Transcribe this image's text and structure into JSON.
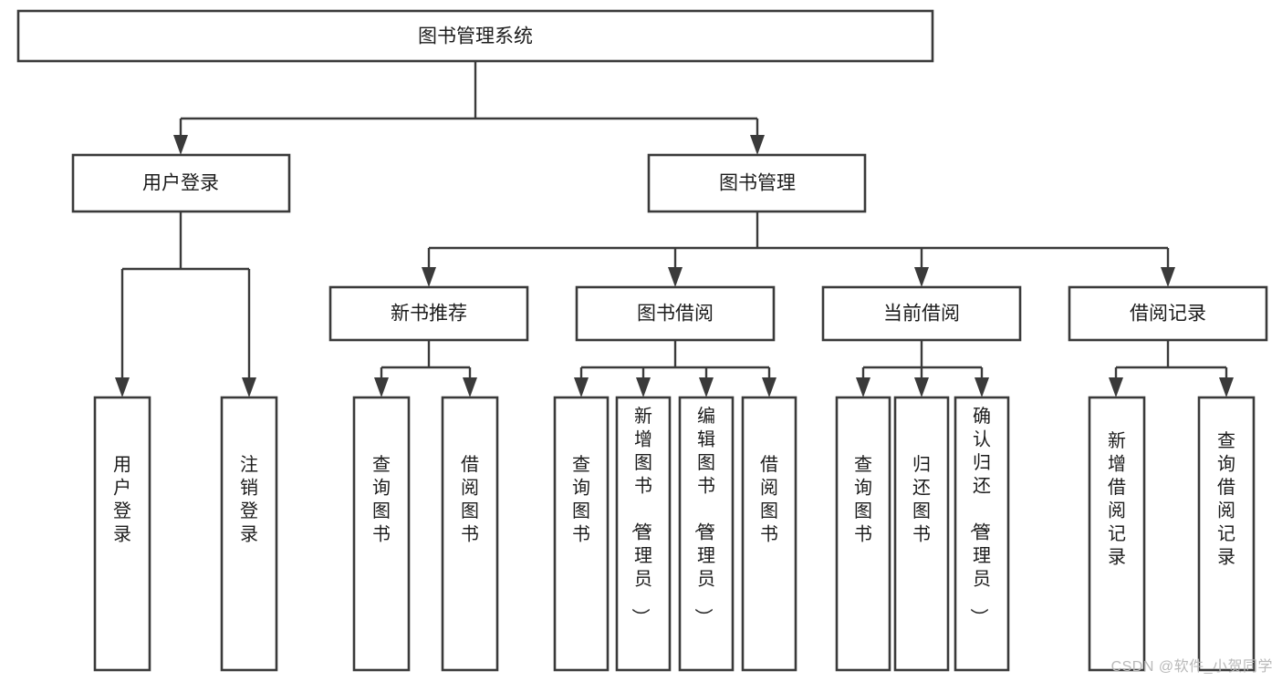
{
  "diagram": {
    "type": "tree-hierarchy",
    "title": "图书管理系统",
    "watermark": "CSDN @软件_小贺同学",
    "colors": {
      "box_stroke": "#3a3a3a",
      "box_fill": "#ffffff",
      "text": "#1c1c1c",
      "connector": "#3a3a3a",
      "watermark": "#b9b9b9",
      "background": "#ffffff"
    },
    "root": {
      "label": "图书管理系统"
    },
    "level2": [
      {
        "label": "用户登录"
      },
      {
        "label": "图书管理"
      }
    ],
    "level3": [
      {
        "label": "新书推荐"
      },
      {
        "label": "图书借阅"
      },
      {
        "label": "当前借阅"
      },
      {
        "label": "借阅记录"
      }
    ],
    "leaves": {
      "user_login": [
        {
          "label": "用户登录"
        },
        {
          "label": "注销登录"
        }
      ],
      "new_book_recommend": [
        {
          "label": "查询图书"
        },
        {
          "label": "借阅图书"
        }
      ],
      "book_borrow": [
        {
          "label": "查询图书"
        },
        {
          "label": "新增图书（管理员）"
        },
        {
          "label": "编辑图书（管理员）"
        },
        {
          "label": "借阅图书"
        }
      ],
      "current_borrow": [
        {
          "label": "查询图书"
        },
        {
          "label": "归还图书"
        },
        {
          "label": "确认归还（管理员）"
        }
      ],
      "borrow_record": [
        {
          "label": "新增借阅记录"
        },
        {
          "label": "查询借阅记录"
        }
      ]
    }
  }
}
